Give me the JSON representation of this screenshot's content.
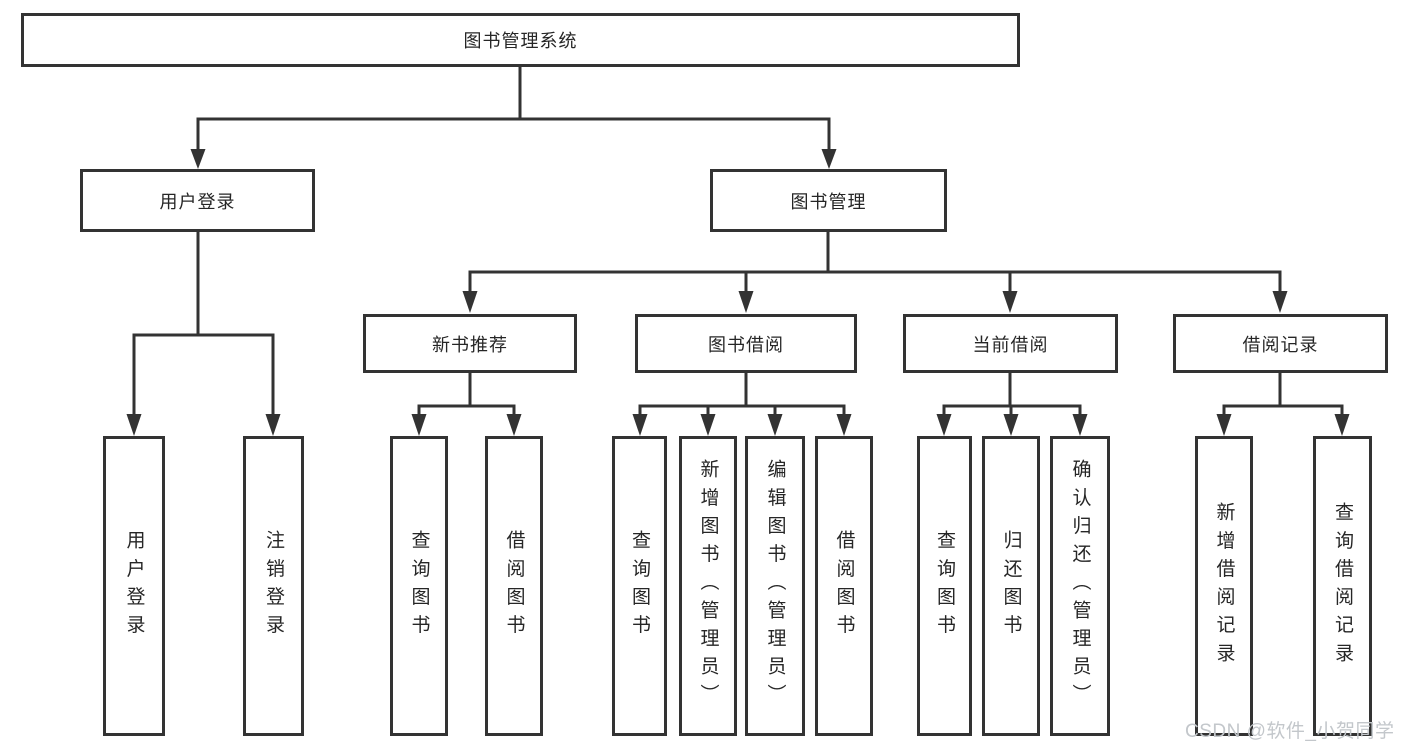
{
  "tree": {
    "root": {
      "label": "图书管理系统",
      "children": [
        {
          "label": "用户登录",
          "children": [
            {
              "label": "用户登录"
            },
            {
              "label": "注销登录"
            }
          ]
        },
        {
          "label": "图书管理",
          "children": [
            {
              "label": "新书推荐",
              "children": [
                {
                  "label": "查询图书"
                },
                {
                  "label": "借阅图书"
                }
              ]
            },
            {
              "label": "图书借阅",
              "children": [
                {
                  "label": "查询图书"
                },
                {
                  "label": "新增图书（管理员）"
                },
                {
                  "label": "编辑图书（管理员）"
                },
                {
                  "label": "借阅图书"
                }
              ]
            },
            {
              "label": "当前借阅",
              "children": [
                {
                  "label": "查询图书"
                },
                {
                  "label": "归还图书"
                },
                {
                  "label": "确认归还（管理员）"
                }
              ]
            },
            {
              "label": "借阅记录",
              "children": [
                {
                  "label": "新增借阅记录"
                },
                {
                  "label": "查询借阅记录"
                }
              ]
            }
          ]
        }
      ]
    }
  },
  "watermark": "CSDN @软件_小贺同学",
  "colors": {
    "line": "#333333",
    "text": "#262626",
    "watermark": "#c3c7cb",
    "background": "#ffffff"
  }
}
